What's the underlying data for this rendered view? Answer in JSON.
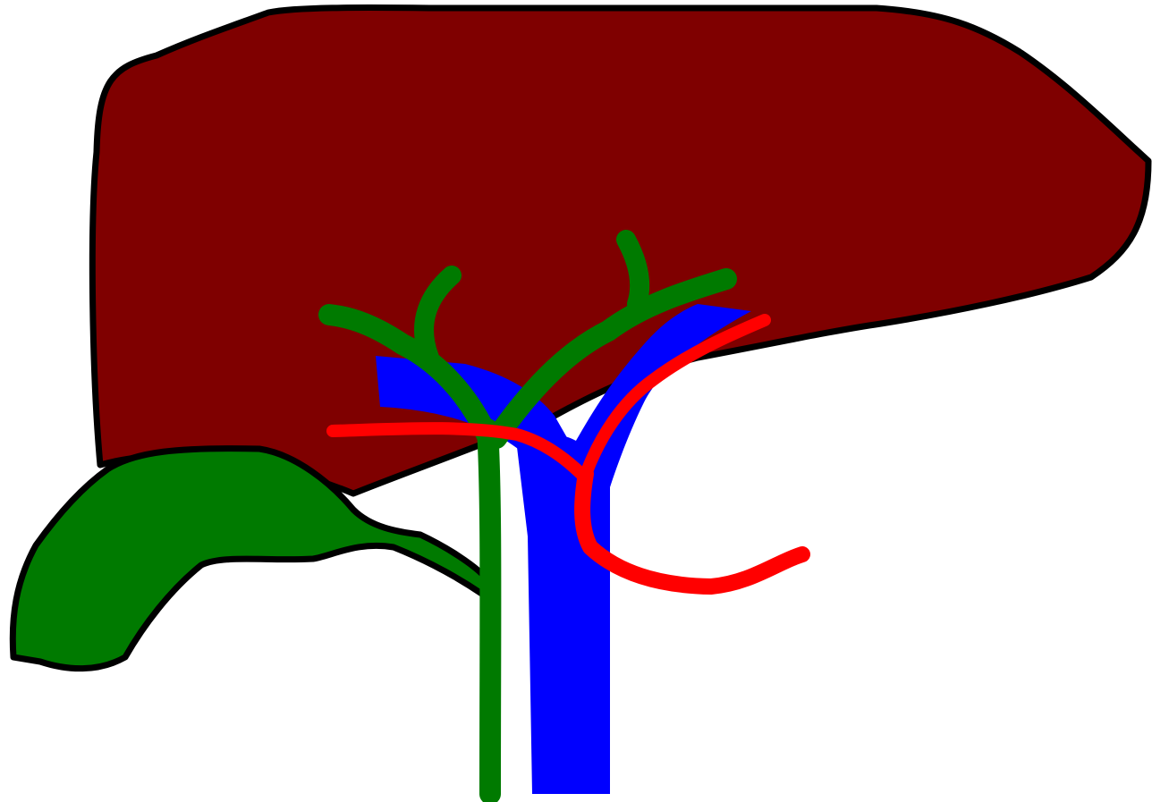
{
  "diagram": {
    "background": "#ffffff",
    "outline_color": "#000000",
    "structures": [
      {
        "name": "liver",
        "color": "#7f0000"
      },
      {
        "name": "gallbladder",
        "color": "#007a00"
      },
      {
        "name": "bile-ducts",
        "color": "#007a00"
      },
      {
        "name": "portal-vein",
        "color": "#0000ff"
      },
      {
        "name": "hepatic-artery",
        "color": "#ff0000"
      }
    ]
  }
}
